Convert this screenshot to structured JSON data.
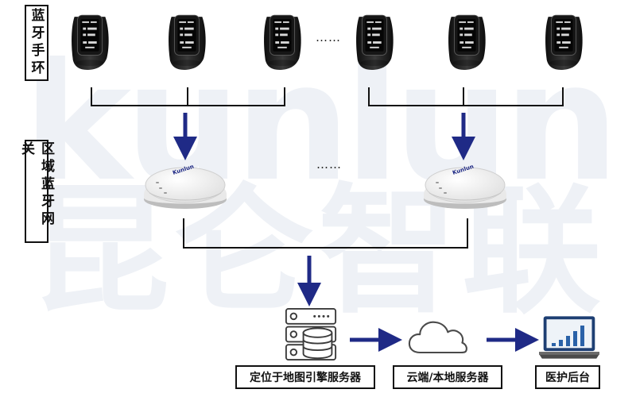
{
  "watermark": {
    "latin": "KUNLUN",
    "cjk": "昆仑智联"
  },
  "row_labels": {
    "bracelet": "蓝牙手环",
    "gateway": "区域蓝牙网关"
  },
  "ellipsis": "……",
  "captions": {
    "positioning_server": "定位于地图引擎服务器",
    "cloud_server": "云端/本地服务器",
    "admin_backend": "医护后台"
  },
  "gateway_brand": "Kunlun",
  "colors": {
    "arrow": "#1f2a86",
    "line": "#111111",
    "watermark": "#eef1f6",
    "device_body": "#1e1e1e",
    "monitor_screen": "#2a62a8"
  },
  "icons": {
    "bracelet": "smart-band-icon",
    "gateway": "ceiling-gateway-icon",
    "server": "server-stack-icon",
    "cloud": "cloud-icon",
    "admin": "monitor-bar-chart-icon"
  }
}
